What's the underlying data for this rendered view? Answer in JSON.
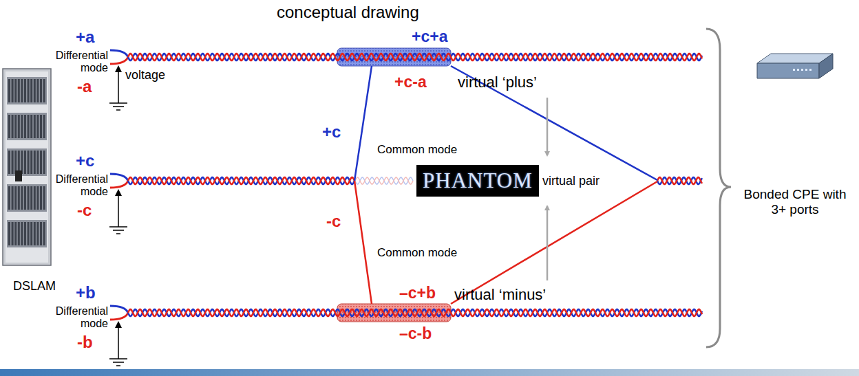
{
  "diagram": {
    "title": "conceptual drawing",
    "nodes": [
      {
        "text": [
          "DSLAM"
        ]
      },
      {
        "text": [
          "PHANTOM"
        ]
      },
      {
        "text": [
          "Bonded CPE with 3+ ports"
        ]
      }
    ],
    "labels": [
      "Differential mode",
      "+a",
      "-a",
      "voltage",
      "+c+a",
      "+c-a",
      "virtual ‘plus’",
      "Differential mode",
      "+c",
      "-c",
      "+c",
      "Common mode",
      "-c",
      "Common mode",
      "virtual pair",
      "Differential mode",
      "+b",
      "-b",
      "–c+b",
      "virtual ‘minus’",
      "–c-b"
    ]
  }
}
